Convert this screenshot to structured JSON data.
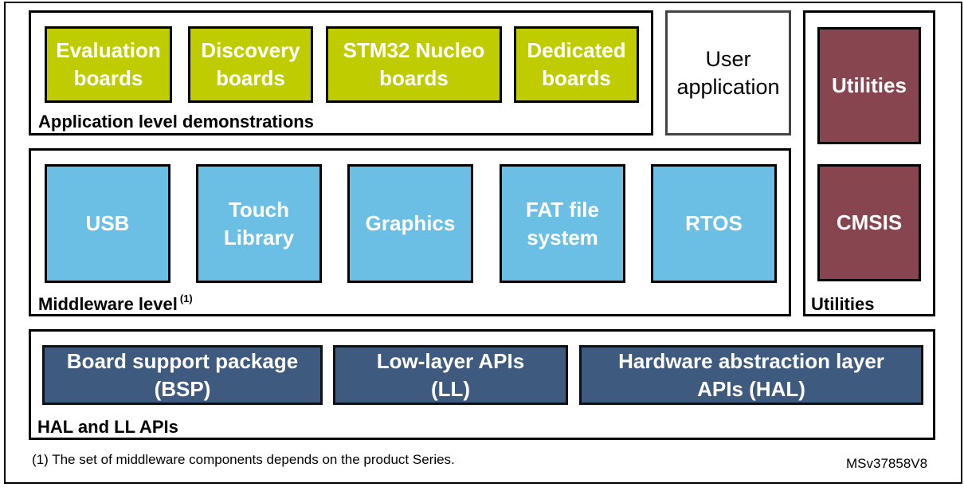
{
  "diagram": {
    "application_group": {
      "label": "Application level demonstrations",
      "blocks": [
        {
          "label": "Evaluation\nboards"
        },
        {
          "label": "Discovery\nboards"
        },
        {
          "label": "STM32 Nucleo\nboards"
        },
        {
          "label": "Dedicated\nboards"
        }
      ]
    },
    "user_application": {
      "label": "User\napplication"
    },
    "utilities_group": {
      "label": "Utilities",
      "blocks": [
        {
          "label": "Utilities"
        },
        {
          "label": "CMSIS"
        }
      ]
    },
    "middleware_group": {
      "label": "Middleware level",
      "footnote_ref": "(1)",
      "blocks": [
        {
          "label": "USB"
        },
        {
          "label": "Touch\nLibrary"
        },
        {
          "label": "Graphics"
        },
        {
          "label": "FAT file\nsystem"
        },
        {
          "label": "RTOS"
        }
      ]
    },
    "hal_group": {
      "label": "HAL and LL APIs",
      "blocks": [
        {
          "label": "Board support package\n(BSP)"
        },
        {
          "label": "Low-layer APIs\n(LL)"
        },
        {
          "label": "Hardware abstraction layer\nAPIs (HAL)"
        }
      ]
    },
    "footnote": "(1) The set of middleware components depends on the product Series.",
    "document_id": "MSv37858V8"
  },
  "colors": {
    "application_blocks": "#bfcd00",
    "middleware_blocks": "#6bbfe5",
    "utilities_blocks": "#874550",
    "hal_blocks": "#3f5a7f"
  }
}
